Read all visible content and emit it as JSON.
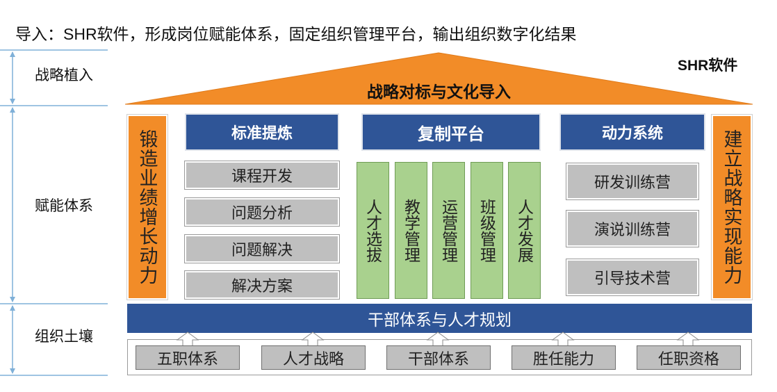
{
  "heading": "导入：SHR软件，形成岗位赋能体系，固定组织管理平台，输出组织数字化结果",
  "brand": "SHR软件",
  "roof_title": "战略对标与文化导入",
  "side_labels": [
    "战略植入",
    "赋能体系",
    "组织土壤"
  ],
  "left_pillar": "锻造业绩增长动力",
  "right_pillar": "建立战略实现能力",
  "columns": {
    "left": {
      "title": "标准提炼",
      "items": [
        "课程开发",
        "问题分析",
        "问题解决",
        "解决方案"
      ]
    },
    "middle": {
      "title": "复制平台",
      "items": [
        "人才选拔",
        "教学管理",
        "运营管理",
        "班级管理",
        "人才发展"
      ]
    },
    "right": {
      "title": "动力系统",
      "items": [
        "研发训练营",
        "演说训练营",
        "引导技术营"
      ]
    }
  },
  "foundation_bar": "干部体系与人才规划",
  "base_items": [
    "五职体系",
    "人才战略",
    "干部体系",
    "胜任能力",
    "任职资格"
  ],
  "colors": {
    "orange": "#f28c28",
    "blue": "#2f5597",
    "gray": "#bfbfbf",
    "green": "#a9d18e",
    "guide": "#7fb0d8"
  }
}
